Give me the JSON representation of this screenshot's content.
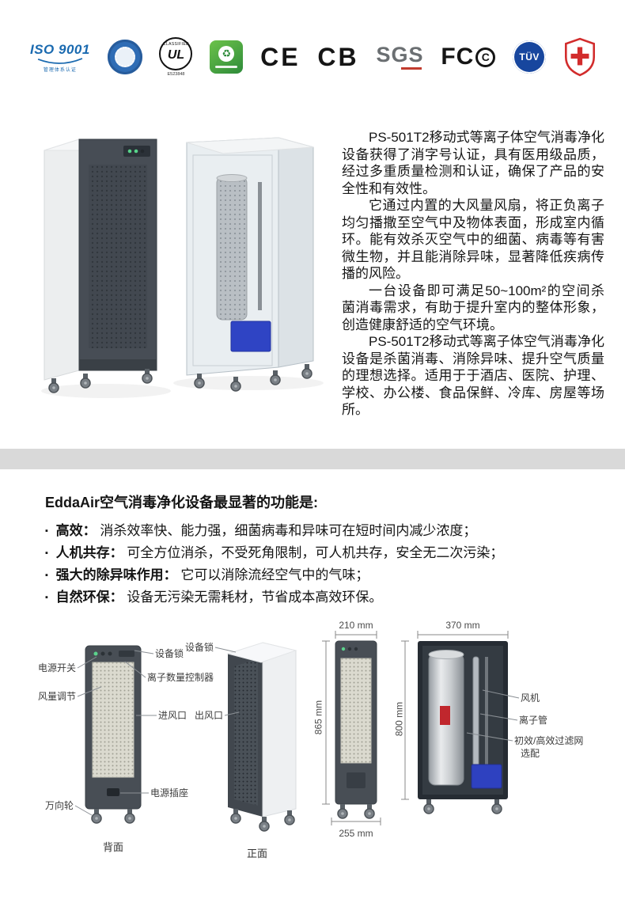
{
  "page": {
    "background": "#ffffff",
    "divider_color": "#d9d9d9"
  },
  "badges": {
    "iso9001": {
      "title": "ISO 9001",
      "subtitle": "管理体系认证"
    },
    "ul": {
      "arc": "CLASSIFIED",
      "main": "UL",
      "file": "E523848"
    },
    "green": {
      "icon": "♻"
    },
    "ce": {
      "text": "CE"
    },
    "cb": {
      "text": "CB"
    },
    "sgs": {
      "text": "SGS"
    },
    "fcc": {
      "left": "FC",
      "circled": "C"
    },
    "tuv": {
      "main": "TÜV"
    }
  },
  "intro": {
    "paragraphs": [
      "PS-501T2移动式等离子体空气消毒净化设备获得了消字号认证，具有医用级品质，经过多重质量检测和认证，确保了产品的安全性和有效性。",
      "它通过内置的大风量风扇，将正负离子均匀播撒至空气中及物体表面，形成室内循环。能有效杀灭空气中的细菌、病毒等有害微生物，并且能消除异味，显著降低疾病传播的风险。",
      "一台设备即可满足50~100m²的空间杀菌消毒需求，有助于提升室内的整体形象，创造健康舒适的空气环境。",
      "PS-501T2移动式等离子体空气消毒净化设备是杀菌消毒、消除异味、提升空气质量的理想选择。适用于于酒店、医院、护理、学校、办公楼、食品保鲜、冷库、房屋等场所。"
    ]
  },
  "features": {
    "title": "EddaAir空气消毒净化设备最显著的功能是:",
    "bullet": "▪",
    "items": [
      {
        "label": "高效：",
        "text": "消杀效率快、能力强，细菌病毒和异味可在短时间内减少浓度；"
      },
      {
        "label": "人机共存：",
        "text": "可全方位消杀，不受死角限制，可人机共存，安全无二次污染；"
      },
      {
        "label": "强大的除异味作用：",
        "text": "它可以消除流经空气中的气味；"
      },
      {
        "label": "自然环保：",
        "text": "设备无污染无需耗材，节省成本高效环保。"
      }
    ]
  },
  "diagrams": {
    "back_view": {
      "caption": "背面",
      "callouts": {
        "power_switch": "电源开关",
        "airflow_adjust": "风量调节",
        "device_lock": "设备锁",
        "ion_controller": "离子数量控制器",
        "air_inlet": "进风口",
        "power_socket": "电源插座",
        "caster": "万向轮"
      }
    },
    "front_view": {
      "caption": "正面",
      "callouts": {
        "device_lock": "设备锁",
        "air_outlet": "出风口"
      }
    },
    "side_view": {
      "dims": {
        "top_width": "210 mm",
        "height": "865 mm",
        "base_depth": "255 mm"
      }
    },
    "internal_view": {
      "dims": {
        "width": "370 mm",
        "height": "800 mm"
      },
      "callouts": {
        "fan": "风机",
        "ion_tube": "离子管",
        "filter": "初效/高效过滤网",
        "filter_note": "选配"
      }
    }
  }
}
